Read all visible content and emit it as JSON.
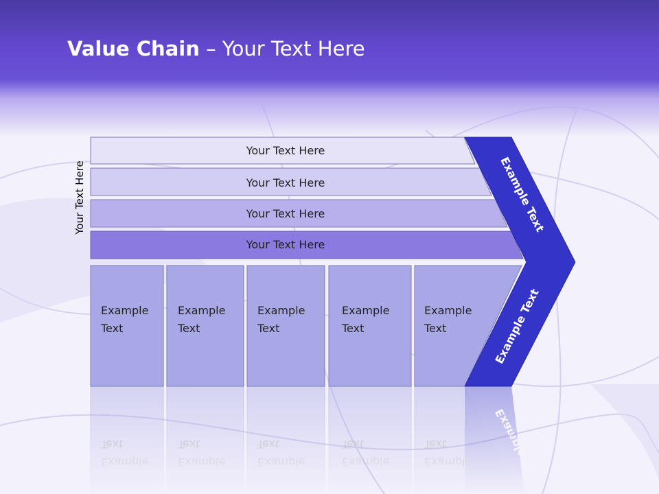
{
  "header": {
    "title_bold": "Value Chain",
    "title_rest": " – Your Text Here"
  },
  "side_label": "Your Text Here",
  "rows": [
    "Your Text Here",
    "Your Text Here",
    "Your Text Here",
    "Your Text Here"
  ],
  "columns": [
    {
      "line1": "Example",
      "line2": "Text"
    },
    {
      "line1": "Example",
      "line2": "Text"
    },
    {
      "line1": "Example",
      "line2": "Text"
    },
    {
      "line1": "Example",
      "line2": "Text"
    },
    {
      "line1": "Example",
      "line2": "Text"
    }
  ],
  "chevron": {
    "upper": "Example Text",
    "lower": "Example Text"
  },
  "colors": {
    "header": "#6448cf",
    "row1": "#e6e3f8",
    "row2": "#d2cdf3",
    "row3": "#b8b0ec",
    "row4": "#8b7be0",
    "column": "#a8a8e6",
    "chevron": "#3434c8"
  }
}
